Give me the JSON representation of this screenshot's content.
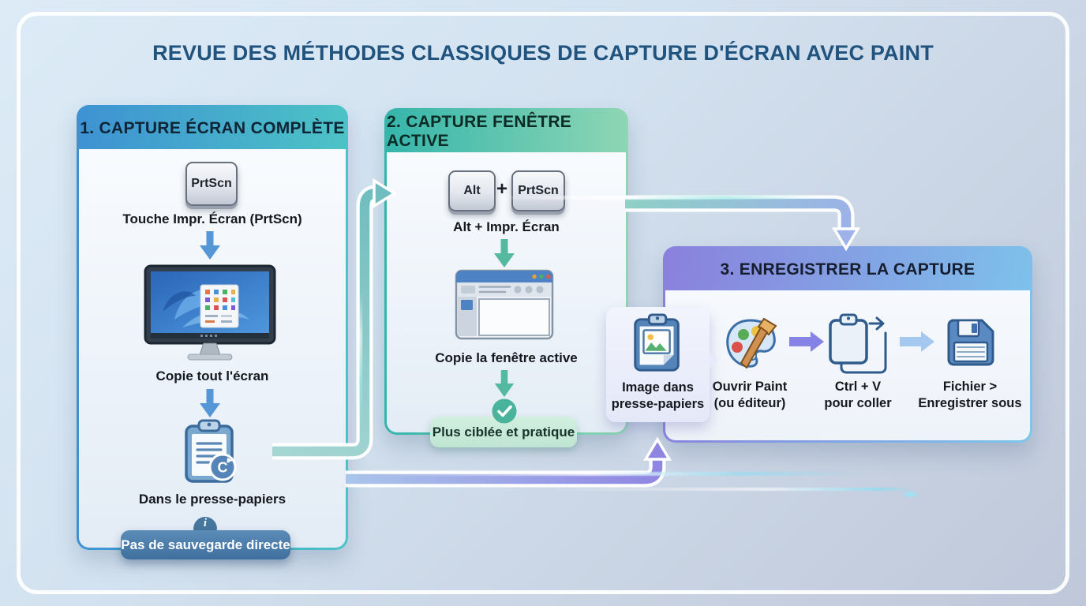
{
  "title": "REVUE DES MÉTHODES CLASSIQUES DE CAPTURE D'ÉCRAN AVEC PAINT",
  "panels": {
    "full_screen": {
      "header": "1. CAPTURE ÉCRAN COMPLÈTE",
      "key_label": "PrtScn",
      "caption_key": "Touche Impr. Écran (PrtScn)",
      "caption_screen": "Copie tout l'écran",
      "caption_clipboard": "Dans le presse-papiers",
      "badge": "C",
      "info_glyph": "i",
      "note": "Pas de sauvegarde directe",
      "icons": [
        "prtscn-keycap-icon",
        "down-arrow-icon",
        "monitor-icon",
        "clipboard-copy-icon",
        "info-icon"
      ]
    },
    "active_window": {
      "header": "2. CAPTURE FENÊTRE ACTIVE",
      "key1_label": "Alt",
      "plus": "+",
      "key2_label": "PrtScn",
      "caption_keys": "Alt + Impr. Écran",
      "caption_window": "Copie la fenêtre active",
      "note": "Plus ciblée et pratique",
      "icons": [
        "alt-keycap-icon",
        "prtscn-keycap-icon",
        "down-arrow-icon",
        "browser-window-icon",
        "check-circle-icon"
      ]
    },
    "save": {
      "header": "3. ENREGISTRER LA CAPTURE",
      "steps": [
        {
          "icon": "clipboard-image-icon",
          "label_line1": "Image dans",
          "label_line2": "presse-papiers"
        },
        {
          "icon": "paint-palette-icon",
          "label_line1": "Ouvrir Paint",
          "label_line2": "(ou éditeur)"
        },
        {
          "icon": "clipboard-paste-icon",
          "label_line1": "Ctrl + V",
          "label_line2": "pour coller"
        },
        {
          "icon": "floppy-disk-icon",
          "label_line1": "Fichier >",
          "label_line2": "Enregistrer sous"
        }
      ]
    }
  },
  "colors": {
    "title_text": "#20537e",
    "panel1_header_gradient": [
      "#3e92d2",
      "#4cc3c6"
    ],
    "panel2_header_gradient": [
      "#35b5ab",
      "#8ed6b4"
    ],
    "panel3_header_gradient": [
      "#8a80dc",
      "#7cc6ec"
    ],
    "down_arrow_blue": "#5596d6",
    "down_arrow_green": "#55b9a0",
    "note1_background": "#46779f",
    "note2_background": "#c9ead9",
    "connector_teal": "#6fbdc0",
    "connector_blue_purple": "#98b0e8",
    "connector_purple": "#8f86e2",
    "background": "#cfdcec"
  }
}
